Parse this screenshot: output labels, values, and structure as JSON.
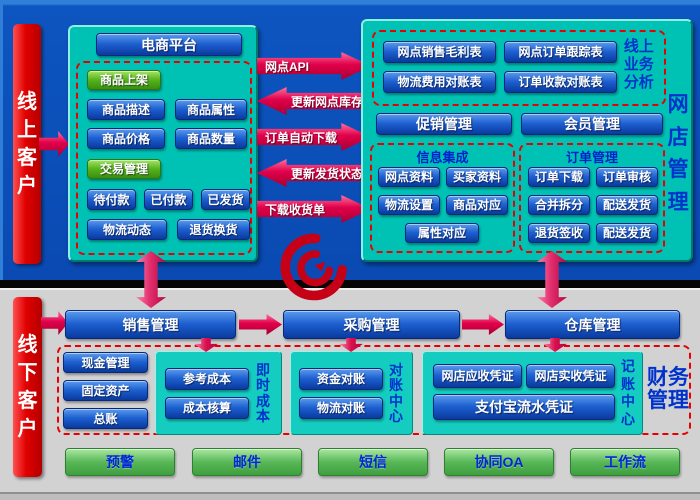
{
  "colors": {
    "top_panel_blue": "#0d55c0",
    "teal_panel": "#00c2b4",
    "button_blue": "#1d5fd0",
    "button_green": "#56b21d",
    "tool_green": "#58b858",
    "arrow_red": "#e1004b",
    "bar_red": "#e00000",
    "label_blue": "#0033cc",
    "bottom_gray": "#d2d2d2"
  },
  "top_section": {
    "left_bar_label": "线上客户",
    "ecommerce_panel": {
      "title": "电商平台",
      "groups": [
        {
          "header": "商品上架",
          "items": [
            "商品描述",
            "商品属性",
            "商品价格",
            "商品数量"
          ]
        },
        {
          "header": "交易管理",
          "items": [
            "待付款",
            "已付款",
            "已发货",
            "物流动态",
            "退货换货"
          ]
        }
      ]
    },
    "sync_arrows": [
      {
        "label": "网点API",
        "direction": "right"
      },
      {
        "label": "更新网点库存",
        "direction": "left"
      },
      {
        "label": "订单自动下载",
        "direction": "right"
      },
      {
        "label": "更新发货状态",
        "direction": "left"
      },
      {
        "label": "下载收货单",
        "direction": "right"
      }
    ],
    "shop_panel": {
      "side_label": "网店管理",
      "analysis_box": {
        "side_label": "线上业务分析",
        "reports": [
          "网点销售毛利表",
          "网点订单跟踪表",
          "物流费用对账表",
          "订单收款对账表"
        ]
      },
      "promo_button": "促销管理",
      "member_button": "会员管理",
      "info_box": {
        "title": "信息集成",
        "items": [
          "网点资料",
          "买家资料",
          "物流设置",
          "商品对应",
          "属性对应"
        ]
      },
      "order_box": {
        "title": "订单管理",
        "items": [
          "订单下载",
          "订单审核",
          "合并拆分",
          "配送发货",
          "退货签收",
          "配送发货"
        ]
      }
    }
  },
  "bottom_section": {
    "left_bar_label": "线下客户",
    "process_buttons": [
      "销售管理",
      "采购管理",
      "仓库管理"
    ],
    "finance": {
      "side_label": "财务管理",
      "ledger_buttons": [
        "现金管理",
        "固定资产",
        "总账"
      ],
      "cost_box": {
        "side_label": "即时成本",
        "items": [
          "参考成本",
          "成本核算"
        ]
      },
      "reconciliation_box": {
        "side_label": "对账中心",
        "items": [
          "资金对账",
          "物流对账"
        ]
      },
      "voucher_box": {
        "side_label": "记账中心",
        "items": [
          "网店应收凭证",
          "网店实收凭证",
          "支付宝流水凭证"
        ]
      }
    },
    "tool_buttons": [
      "预警",
      "邮件",
      "短信",
      "协同OA",
      "工作流"
    ]
  }
}
